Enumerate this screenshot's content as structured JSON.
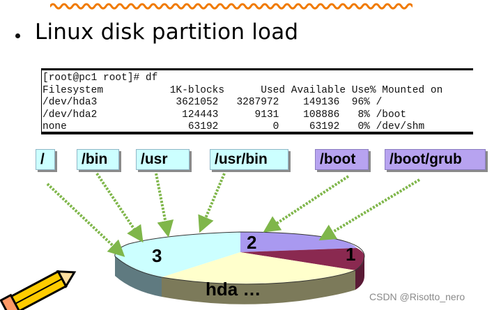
{
  "colors": {
    "wavy_line": "#f07a00",
    "label_cyan": "#ccffff",
    "label_purple": "#b7a3f0",
    "arrow_green": "#7fb64a",
    "slice_root": "#ccffff",
    "slice_boot": "#a999f0",
    "slice_shm": "#8a2950",
    "slice_rest": "#ffffcc"
  },
  "slide": {
    "bullet": "•",
    "title": "Linux disk partition load"
  },
  "terminal": {
    "lines": [
      "[root@pc1 root]# df",
      "Filesystem           1K-blocks      Used Available Use% Mounted on",
      "/dev/hda3             3621052   3287972    149136  96% /",
      "/dev/hda2              124443      9131    108886   8% /boot",
      "none                    63192         0     63192   0% /dev/shm"
    ]
  },
  "mount_labels": [
    {
      "text": "/",
      "style": "cyan"
    },
    {
      "text": "/bin",
      "style": "cyan"
    },
    {
      "text": "/usr",
      "style": "cyan"
    },
    {
      "text": "/usr/bin",
      "style": "cyan"
    },
    {
      "text": "/boot",
      "style": "purple"
    },
    {
      "text": "/boot/grub",
      "style": "purple"
    }
  ],
  "pie": {
    "label_root": "3",
    "label_boot": "2",
    "label_shm": "1",
    "label_disk": "hda …"
  },
  "icons": {
    "clipart": "pencil-icon"
  },
  "watermark": "CSDN @Risotto_nero"
}
